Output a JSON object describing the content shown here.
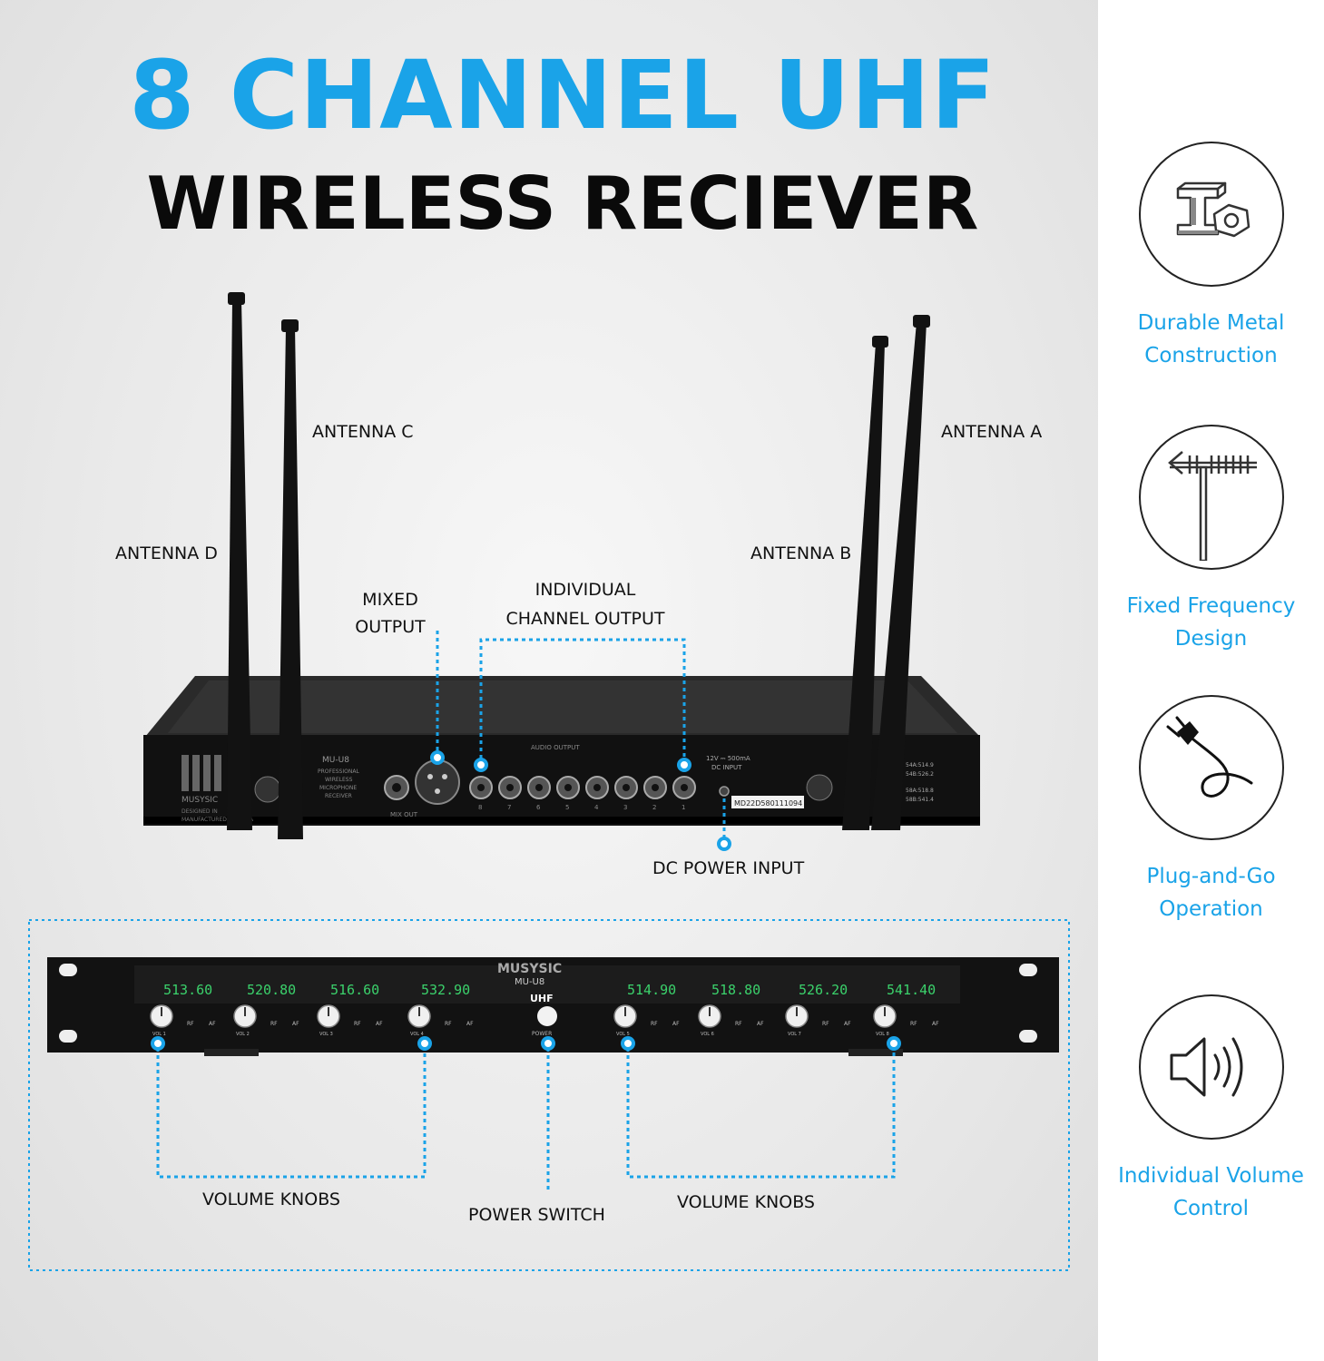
{
  "title": {
    "line1": "8 CHANNEL UHF",
    "line2": "WIRELESS RECIEVER"
  },
  "rear_panel": {
    "brand": "MUSYSIC",
    "model": "MU-U8",
    "desc1": "PROFESSIONAL",
    "desc2": "WIRELESS",
    "desc3": "MICROPHONE",
    "desc4": "RECEIVER",
    "mix_out": "MIX OUT",
    "audio_output": "AUDIO OUTPUT",
    "channel_numbers": [
      "8",
      "7",
      "6",
      "5",
      "4",
      "3",
      "2",
      "1"
    ],
    "power_spec": "12V ⎓ 500mA",
    "dc_input": "DC INPUT",
    "serial": "MD22D580111094",
    "freq_labels": [
      "54A:514.9",
      "54B:526.2",
      "58A:518.8",
      "58B:541.4"
    ],
    "designed_in": "DESIGNED IN",
    "manufactured_in": "MANUFACTURED IN CHINA"
  },
  "labels": {
    "antenna_c": "ANTENNA C",
    "antenna_a": "ANTENNA A",
    "antenna_d": "ANTENNA D",
    "antenna_b": "ANTENNA B",
    "mixed_output_1": "MIXED",
    "mixed_output_2": "OUTPUT",
    "individual_1": "INDIVIDUAL",
    "individual_2": "CHANNEL OUTPUT",
    "dc_power_input": "DC POWER INPUT",
    "volume_knobs_left": "VOLUME KNOBS",
    "power_switch": "POWER SWITCH",
    "volume_knobs_right": "VOLUME KNOBS"
  },
  "front_panel": {
    "brand": "MUSYSIC",
    "model": "MU-U8",
    "band": "UHF",
    "power": "POWER",
    "displays": [
      "513.60",
      "520.80",
      "516.60",
      "532.90",
      "514.90",
      "518.80",
      "526.20",
      "541.40"
    ],
    "vol_labels": [
      "VOL 1",
      "VOL 2",
      "VOL 3",
      "VOL 4",
      "VOL 5",
      "VOL 6",
      "VOL 7",
      "VOL 8"
    ],
    "rf": "RF",
    "af": "AF"
  },
  "features": [
    {
      "icon": "metal-beam-icon",
      "line1": "Durable Metal",
      "line2": "Construction"
    },
    {
      "icon": "antenna-icon",
      "line1": "Fixed Frequency",
      "line2": "Design"
    },
    {
      "icon": "plug-icon",
      "line1": "Plug-and-Go",
      "line2": "Operation"
    },
    {
      "icon": "speaker-icon",
      "line1": "Individual Volume",
      "line2": "Control"
    }
  ],
  "colors": {
    "accent": "#1aa3e8",
    "device": "#141414",
    "lcd": "#3bd16b"
  }
}
